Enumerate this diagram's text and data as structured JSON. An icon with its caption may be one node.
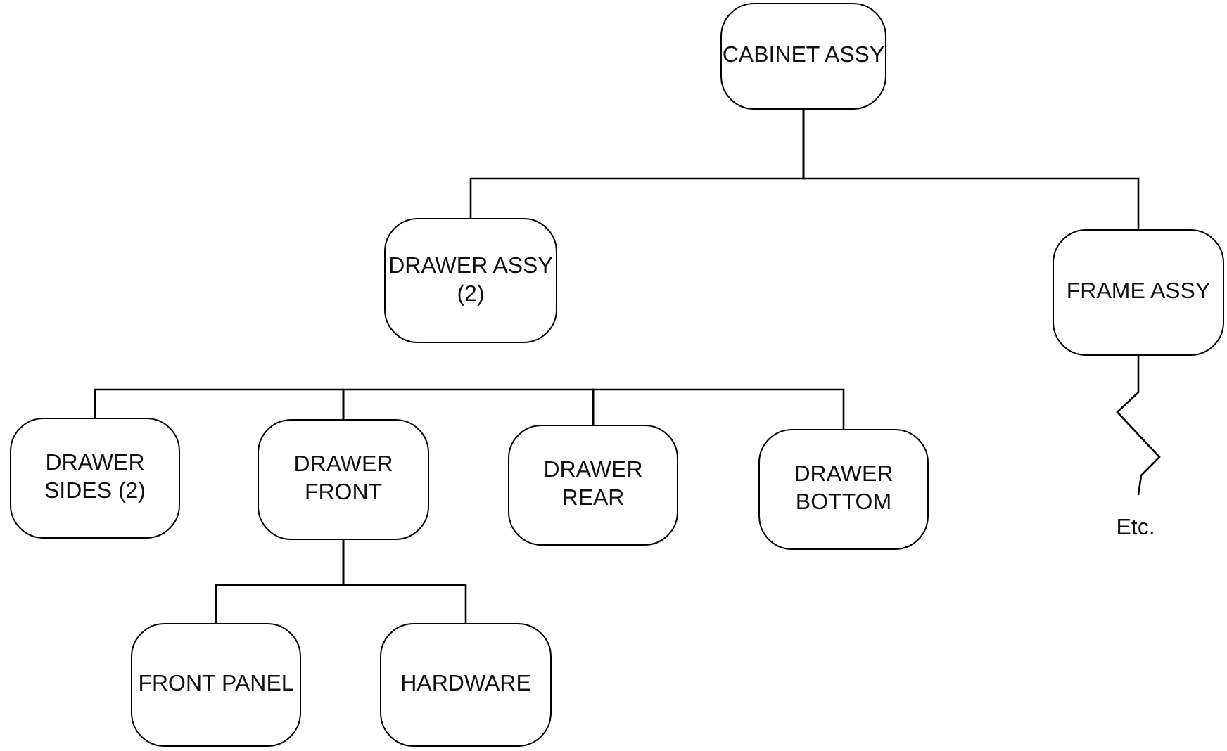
{
  "diagram": {
    "nodes": [
      {
        "text": [
          "CABINET ASSY"
        ]
      },
      {
        "text": [
          "DRAWER ASSY (2)"
        ]
      },
      {
        "text": [
          "FRAME ASSY"
        ]
      },
      {
        "text": [
          "DRAWER SIDES (2)"
        ]
      },
      {
        "text": [
          "DRAWER FRONT"
        ]
      },
      {
        "text": [
          "DRAWER REAR"
        ]
      },
      {
        "text": [
          "DRAWER BOTTOM"
        ]
      },
      {
        "text": [
          "FRONT PANEL"
        ]
      },
      {
        "text": [
          "HARDWARE"
        ]
      },
      {
        "text": [
          "Etc."
        ]
      }
    ],
    "edges": [
      {
        "from": 0,
        "to": 1,
        "arrow": "none"
      },
      {
        "from": 0,
        "to": 2,
        "arrow": "none"
      },
      {
        "from": 3,
        "to": 4,
        "arrow": "none"
      },
      {
        "from": 4,
        "to": 5,
        "arrow": "none"
      },
      {
        "from": 5,
        "to": 6,
        "arrow": "none"
      },
      {
        "from": 4,
        "to": 7,
        "arrow": "none"
      },
      {
        "from": 4,
        "to": 8,
        "arrow": "none"
      },
      {
        "from": 2,
        "to": 9,
        "arrow": "none"
      }
    ]
  }
}
